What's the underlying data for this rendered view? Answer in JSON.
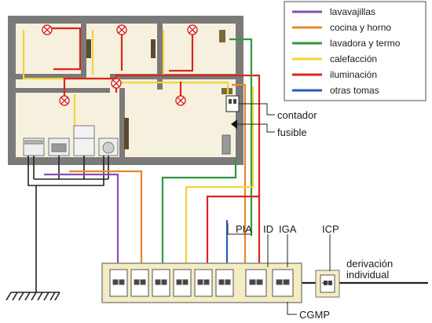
{
  "legend": {
    "items": [
      {
        "label": "lavavajillas",
        "color": "#8a4fb0"
      },
      {
        "label": "cocina y horno",
        "color": "#e8862c"
      },
      {
        "label": "lavadora y termo",
        "color": "#2f9a3c"
      },
      {
        "label": "calefacción",
        "color": "#f2d43a"
      },
      {
        "label": "iluminación",
        "color": "#d9261f"
      },
      {
        "label": "otras tomas",
        "color": "#2a5db8"
      }
    ]
  },
  "labels": {
    "contador": "contador",
    "fusible": "fusible",
    "pia": "PIA",
    "id": "ID",
    "iga": "IGA",
    "icp": "ICP",
    "derivacion_line1": "derivación",
    "derivacion_line2": "individual",
    "cgmp": "CGMP"
  },
  "colors": {
    "house_wall": "#7a7a7a",
    "house_floor": "#f6f0de",
    "panel_fill": "#f4ecc4",
    "panel_stroke": "#8a8a7a",
    "ground_wire": "#222222"
  }
}
